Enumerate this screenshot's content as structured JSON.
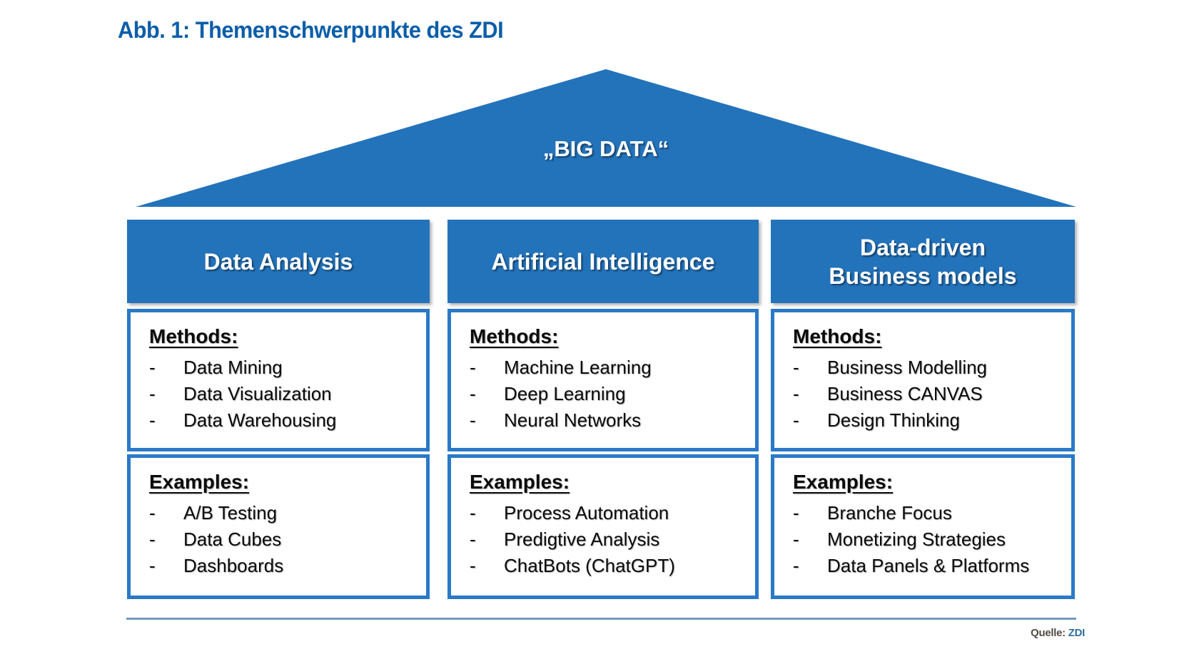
{
  "title": "Abb. 1: Themenschwerpunkte des ZDI",
  "roof": {
    "label": "„BIG DATA“"
  },
  "bullet": "-",
  "columns": [
    {
      "header": "Data Analysis",
      "methods": {
        "heading": "Methods:",
        "items": [
          "Data Mining",
          "Data Visualization",
          "Data Warehousing"
        ]
      },
      "examples": {
        "heading": "Examples:",
        "items": [
          "A/B Testing",
          "Data Cubes",
          "Dashboards"
        ]
      }
    },
    {
      "header": "Artificial Intelligence",
      "methods": {
        "heading": "Methods:",
        "items": [
          "Machine Learning",
          "Deep Learning",
          "Neural Networks"
        ]
      },
      "examples": {
        "heading": "Examples:",
        "items": [
          "Process Automation",
          "Predigtive Analysis",
          "ChatBots (ChatGPT)"
        ]
      }
    },
    {
      "header": "Data-driven\nBusiness models",
      "methods": {
        "heading": "Methods:",
        "items": [
          "Business Modelling",
          "Business CANVAS",
          "Design Thinking"
        ]
      },
      "examples": {
        "heading": "Examples:",
        "items": [
          "Branche Focus",
          "Monetizing Strategies",
          "Data Panels & Platforms"
        ]
      }
    }
  ],
  "footer": {
    "source_label": "Quelle:",
    "source_value": "ZDI"
  },
  "colors": {
    "brand_blue": "#2373BB",
    "box_border_blue": "#2A79C7",
    "title_blue": "#0B5EA9",
    "separator_blue": "#7298C2"
  }
}
